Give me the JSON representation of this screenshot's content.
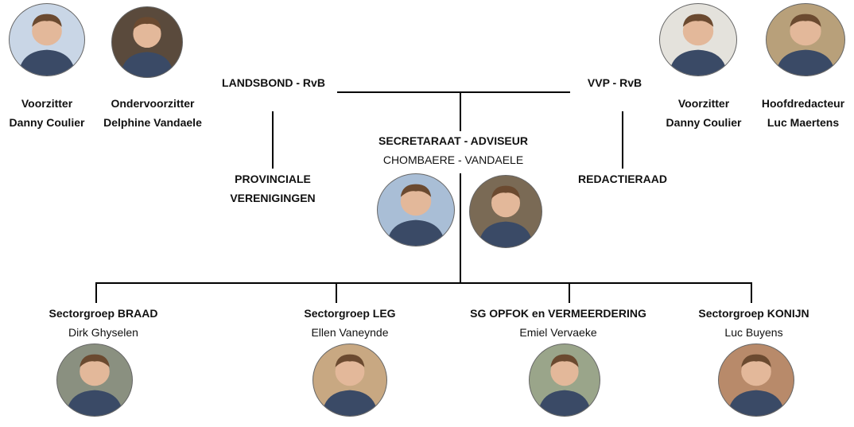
{
  "landsbond": {
    "title": "LANDSBOND - RvB",
    "members": [
      {
        "role": "Voorzitter",
        "name": "Danny Coulier",
        "icon": "person-avatar-icon"
      },
      {
        "role": "Ondervoorzitter",
        "name": "Delphine Vandaele",
        "icon": "person-avatar-icon"
      }
    ],
    "sub": [
      "PROVINCIALE",
      "VERENIGINGEN"
    ]
  },
  "vvp": {
    "title": "VVP - RvB",
    "members": [
      {
        "role": "Voorzitter",
        "name": "Danny Coulier",
        "icon": "person-avatar-icon"
      },
      {
        "role": "Hoofdredacteur",
        "name": "Luc Maertens",
        "icon": "person-avatar-icon"
      }
    ],
    "sub": "REDACTIERAAD"
  },
  "secretariaat": {
    "title": "SECRETARAAT - ADVISEUR",
    "names": "CHOMBAERE - VANDAELE",
    "icons": [
      "person-avatar-icon",
      "person-avatar-icon"
    ]
  },
  "sectors": [
    {
      "title": "Sectorgroep BRAAD",
      "name": "Dirk Ghyselen",
      "icon": "person-avatar-icon"
    },
    {
      "title": "Sectorgroep LEG",
      "name": "Ellen Vaneynde",
      "icon": "person-avatar-icon"
    },
    {
      "title": "SG OPFOK en VERMEERDERING",
      "name": "Emiel Vervaeke",
      "icon": "person-avatar-icon"
    },
    {
      "title": "Sectorgroep KONIJN",
      "name": "Luc Buyens",
      "icon": "person-avatar-icon"
    }
  ],
  "colors": {
    "line": "#000000",
    "text": "#111111",
    "background": "#ffffff"
  }
}
